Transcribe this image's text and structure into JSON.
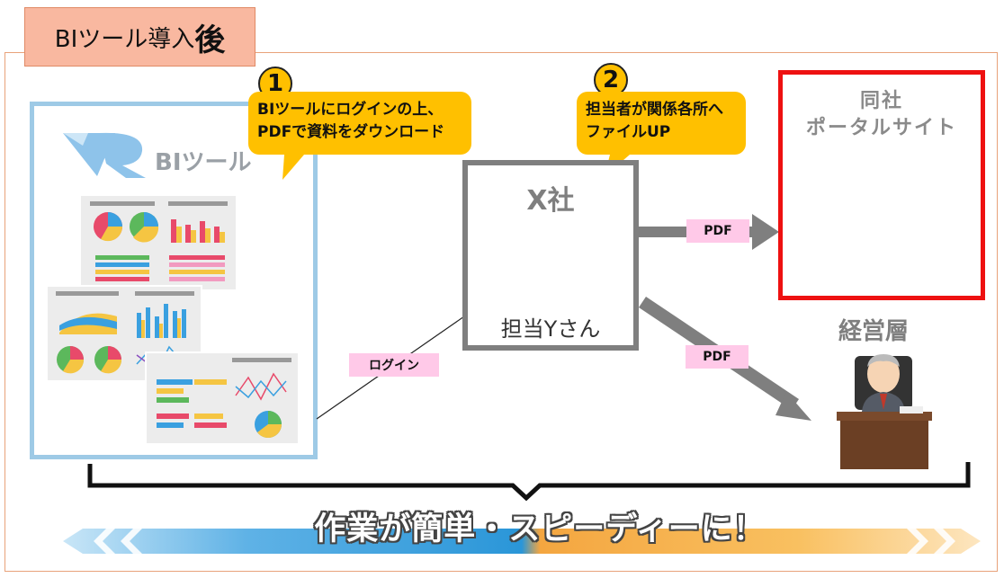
{
  "title": {
    "prefix": "BIツール導入",
    "emphasis": "後"
  },
  "bi_tool": {
    "label": "BIツール"
  },
  "steps": [
    {
      "number": "1",
      "text_line1": "BIツールにログインの上、",
      "text_line2": "PDFで資料をダウンロード"
    },
    {
      "number": "2",
      "text_line1": "担当者が関係各所へ",
      "text_line2": "ファイルUP"
    }
  ],
  "company": {
    "name": "X社",
    "person": "担当Yさん"
  },
  "portal": {
    "line1": "同社",
    "line2": "ポータルサイト"
  },
  "executives": {
    "label": "経営層"
  },
  "tags": {
    "pdf_to_portal": "PDF",
    "pdf_to_exec": "PDF",
    "login": "ログイン"
  },
  "slogan": "作業が簡単・スピーディーに！",
  "colors": {
    "accent_orange": "#ffc000",
    "bi_border": "#9ecae6",
    "portal_border": "#ee1111",
    "arrow_gray": "#7f7f7f",
    "tag_pink": "#ffc9e8",
    "title_bg": "#f9b8a0"
  }
}
